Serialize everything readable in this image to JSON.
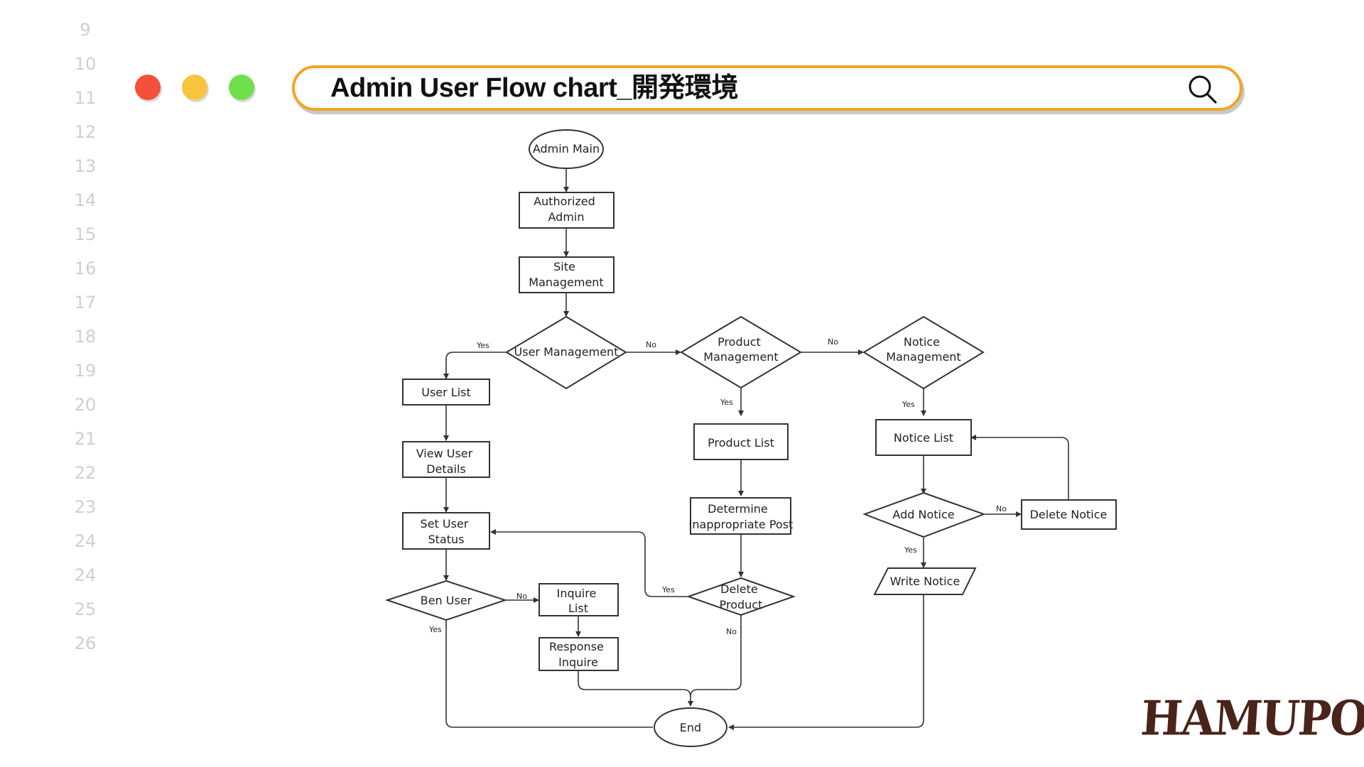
{
  "line_numbers": [
    "9",
    "10",
    "11",
    "12",
    "13",
    "14",
    "15",
    "16",
    "17",
    "18",
    "19",
    "20",
    "21",
    "22",
    "23",
    "24",
    "24",
    "25",
    "26"
  ],
  "window_controls": {
    "close_color": "#f4503a",
    "minimize_color": "#f9c440",
    "maximize_color": "#6fe04a"
  },
  "title_bar": {
    "title": "Admin User Flow chart_開発環境",
    "border_color": "#f2a623",
    "search_icon": "search-icon"
  },
  "flowchart": {
    "nodes": {
      "admin_main": "Admin Main",
      "authorized_admin": [
        "Authorized",
        "Admin"
      ],
      "site_management": [
        "Site",
        "Management"
      ],
      "user_management": "User Management",
      "product_management": [
        "Product",
        "Management"
      ],
      "notice_management": [
        "Notice",
        "Management"
      ],
      "user_list": "User List",
      "view_user_details": [
        "View User",
        "Details"
      ],
      "set_user_status": [
        "Set User",
        "Status"
      ],
      "ben_user": "Ben User",
      "inquire_list": [
        "Inquire",
        "List"
      ],
      "response_inquire": [
        "Response",
        "Inquire"
      ],
      "product_list": "Product List",
      "determine_post": [
        "Determine",
        "Inappropriate Post"
      ],
      "delete_product": [
        "Delete",
        "Product"
      ],
      "notice_list": "Notice List",
      "add_notice": "Add Notice",
      "delete_notice": "Delete Notice",
      "write_notice": "Write Notice",
      "end": "End"
    },
    "edge_labels": {
      "yes": "Yes",
      "no": "No"
    }
  },
  "logo": "HAMUPOCHI"
}
